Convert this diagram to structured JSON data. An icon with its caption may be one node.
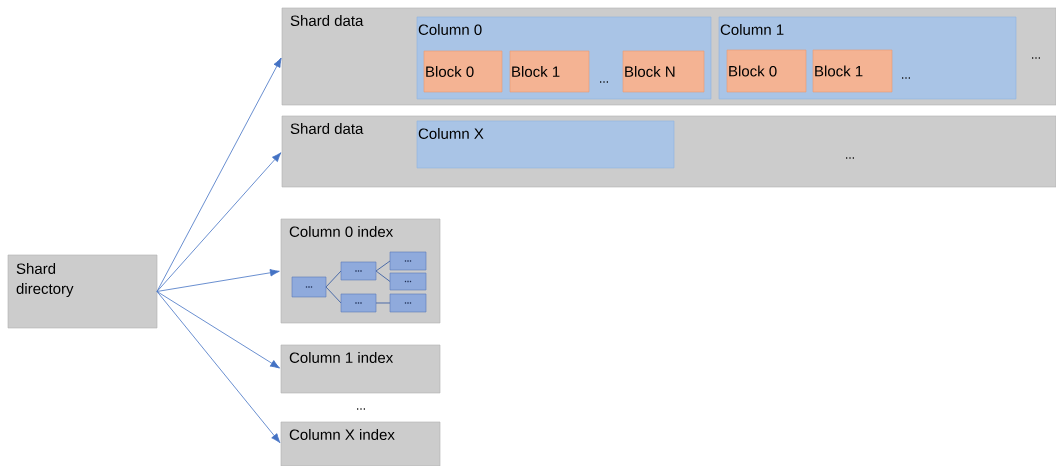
{
  "diagram": {
    "nodes": [
      {
        "text": [
          "Shard directory"
        ]
      },
      {
        "text": [
          "Shard data"
        ]
      },
      {
        "text": [
          "Column 0"
        ],
        "in": 1
      },
      {
        "text": [
          "Block 0"
        ],
        "in": 2
      },
      {
        "text": [
          "Block 1"
        ],
        "in": 2
      },
      {
        "text": [
          "Block N"
        ],
        "in": 2
      },
      {
        "text": [
          "Column 1"
        ],
        "in": 1
      },
      {
        "text": [
          "Block 0"
        ],
        "in": 6
      },
      {
        "text": [
          "Block 1"
        ],
        "in": 6
      },
      {
        "text": [
          "Shard data"
        ]
      },
      {
        "text": [
          "Column X"
        ],
        "in": 9
      },
      {
        "text": [
          "Column 0 index"
        ]
      },
      {
        "text": [
          "..."
        ],
        "in": 11
      },
      {
        "text": [
          "..."
        ],
        "in": 11
      },
      {
        "text": [
          "..."
        ],
        "in": 11
      },
      {
        "text": [
          "..."
        ],
        "in": 11
      },
      {
        "text": [
          "..."
        ],
        "in": 11
      },
      {
        "text": [
          "..."
        ],
        "in": 11
      },
      {
        "text": [
          "Column 1 index"
        ]
      },
      {
        "text": [
          "Column X index"
        ]
      }
    ],
    "edges": [
      {
        "from": 0,
        "to": 1,
        "arrow": "to",
        "color": "#4472c4"
      },
      {
        "from": 0,
        "to": 9,
        "arrow": "to",
        "color": "#4472c4"
      },
      {
        "from": 0,
        "to": 11,
        "arrow": "to",
        "color": "#4472c4"
      },
      {
        "from": 0,
        "to": 18,
        "arrow": "to",
        "color": "#4472c4"
      },
      {
        "from": 0,
        "to": 19,
        "arrow": "to",
        "color": "#4472c4"
      },
      {
        "from": 12,
        "to": 13,
        "arrow": "none",
        "color": "#4a6aa8"
      },
      {
        "from": 12,
        "to": 16,
        "arrow": "none",
        "color": "#4a6aa8"
      },
      {
        "from": 13,
        "to": 14,
        "arrow": "none",
        "color": "#4a6aa8"
      },
      {
        "from": 13,
        "to": 15,
        "arrow": "none",
        "color": "#4a6aa8"
      },
      {
        "from": 16,
        "to": 17,
        "arrow": "none",
        "color": "#4a6aa8"
      }
    ],
    "labels": [
      "...",
      "...",
      "...",
      "...",
      "..."
    ]
  }
}
